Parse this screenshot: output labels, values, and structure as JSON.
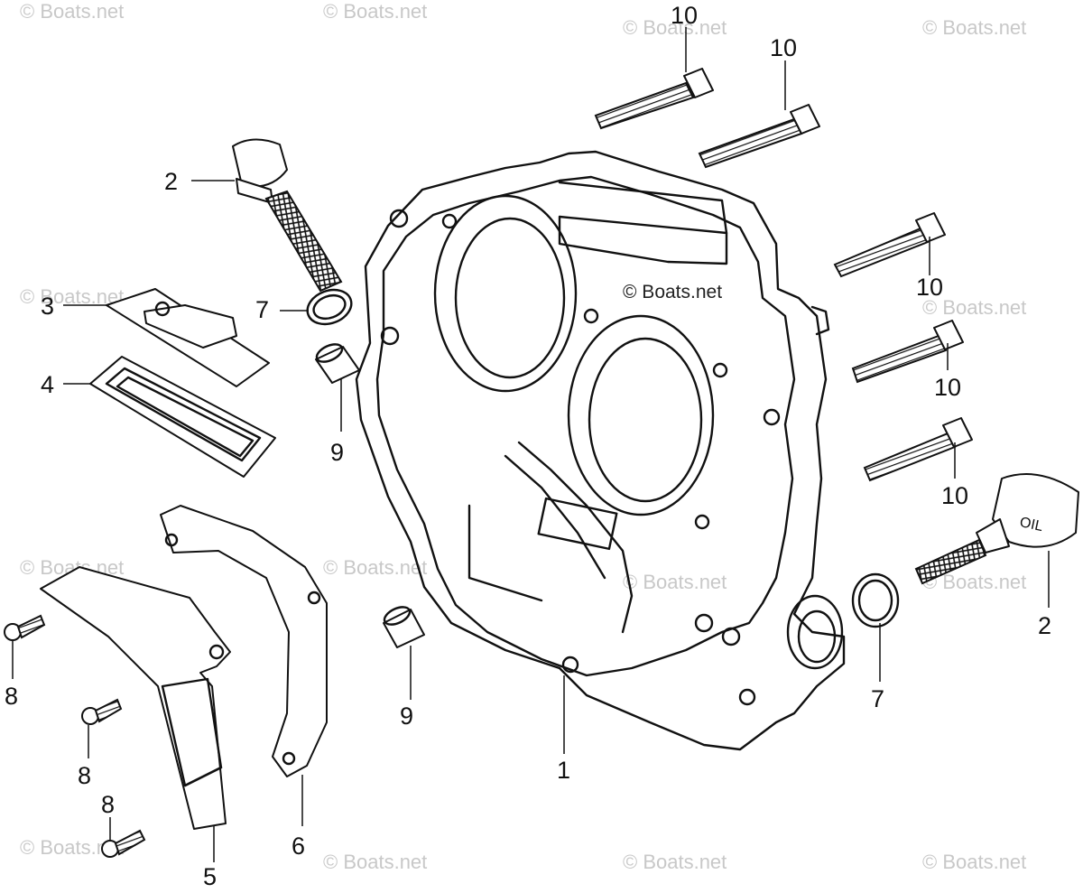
{
  "watermark": {
    "text": "© Boats.net",
    "color": "#c8c8c8"
  },
  "center_watermark": "© Boats.net",
  "callouts": {
    "c1": "1",
    "c2a": "2",
    "c2b": "2",
    "c3": "3",
    "c4": "4",
    "c5": "5",
    "c6": "6",
    "c7a": "7",
    "c7b": "7",
    "c8a": "8",
    "c8b": "8",
    "c8c": "8",
    "c9a": "9",
    "c9b": "9",
    "c10a": "10",
    "c10b": "10",
    "c10c": "10",
    "c10d": "10",
    "c10e": "10"
  },
  "dipstick_label": "OIL",
  "colors": {
    "ink": "#111111",
    "background": "#ffffff"
  }
}
